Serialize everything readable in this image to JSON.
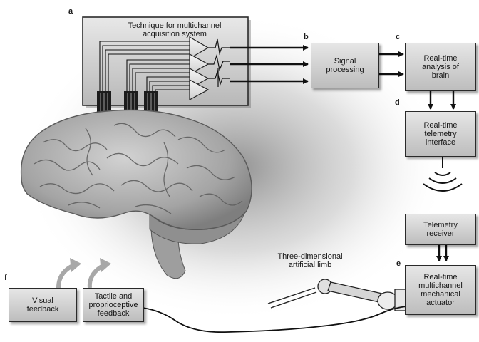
{
  "panels": {
    "a": {
      "letter": "a",
      "title": "Technique for multichannel\nacquisition system"
    },
    "b": {
      "letter": "b",
      "text": "Signal\nprocessing"
    },
    "c": {
      "letter": "c",
      "text": "Real-time\nanalysis of\nbrain"
    },
    "d": {
      "letter": "d",
      "text": "Real-time\ntelemetry\ninterface"
    },
    "receiver": {
      "text": "Telemetry\nreceiver"
    },
    "e": {
      "letter": "e",
      "text": "Real-time\nmultichannel\nmechanical\nactuator"
    },
    "f": {
      "letter": "f"
    },
    "visual": {
      "text": "Visual\nfeedback"
    },
    "tactile": {
      "text": "Tactile and\nproprioceptive\nfeedback"
    },
    "limb": {
      "text": "Three-dimensional\nartificial limb"
    }
  },
  "colors": {
    "box_top": "#e6e6e6",
    "box_bottom": "#bdbdbd",
    "outline": "#2a2a2a",
    "brain": "#b3b3b3",
    "background_glow": "#8c8c8c",
    "feedback_arrow": "#a8a8a8"
  },
  "icons": {
    "amplifier": "triangle-amplifier-icon",
    "telemetry": "wireless-signal-icon",
    "brain": "brain-illustration"
  }
}
